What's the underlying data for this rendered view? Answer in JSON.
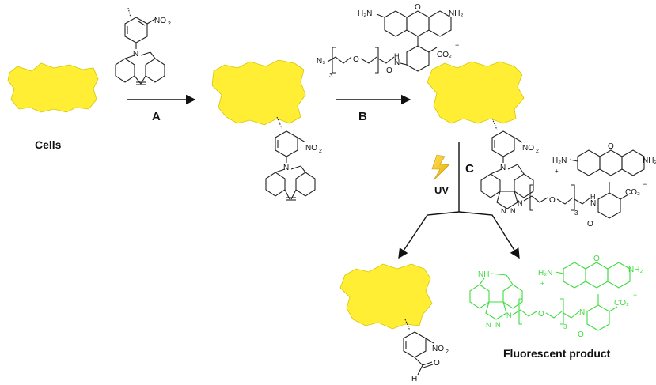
{
  "labels": {
    "cells": "Cells",
    "step_a": "A",
    "step_b": "B",
    "step_c": "C",
    "uv": "UV",
    "fluorescent_product": "Fluorescent product"
  },
  "chem": {
    "no2": "NO",
    "no2_sub": "2",
    "n": "N",
    "nh": "NH",
    "h2n": "H₂N",
    "nh2": "NH₂",
    "o": "O",
    "n3": "N₃",
    "h": "H",
    "co2": "CO₂",
    "sub3": "3",
    "plus": "+",
    "minus": "−"
  },
  "colors": {
    "cell_fill": "#ffee33",
    "fluorescent_green": "#3ddc3d",
    "uv_bolt": "#f2c200"
  }
}
